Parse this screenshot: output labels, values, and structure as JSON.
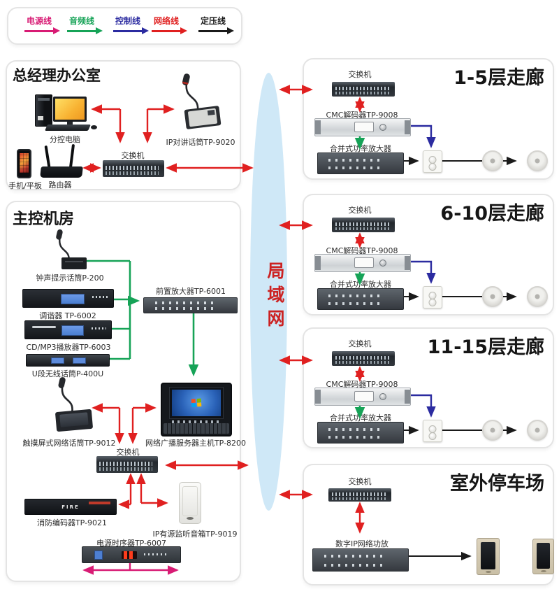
{
  "colors": {
    "power": "#d81b74",
    "audio": "#16a357",
    "control": "#2b2ba0",
    "network": "#e02020",
    "voltage": "#1a1a1a",
    "lan_bg": "#cfe8f7",
    "lan_text": "#cc2222"
  },
  "legend": {
    "items": [
      {
        "label": "电源线",
        "type": "power"
      },
      {
        "label": "音频线",
        "type": "audio"
      },
      {
        "label": "控制线",
        "type": "control"
      },
      {
        "label": "网络线",
        "type": "network"
      },
      {
        "label": "定压线",
        "type": "voltage"
      }
    ]
  },
  "lan": {
    "label": "局域网"
  },
  "gm_office": {
    "title": "总经理办公室",
    "computer_label": "分控电脑",
    "intercom_mic_label": "IP对讲话筒TP-9020",
    "switch_label": "交换机",
    "phone_label": "手机/平板",
    "router_label": "路由器"
  },
  "control_room": {
    "title": "主控机房",
    "chime_mic_label": "钟声提示话筒P-200",
    "tuner_label": "调谐器 TP-6002",
    "cd_player_label": "CD/MP3播放器TP-6003",
    "wireless_mic_label": "U段无线话筒P-400U",
    "preamp_label": "前置放大器TP-6001",
    "touch_mic_label": "触摸屏式网络话筒TP-9012",
    "server_label": "网络广播服务器主机TP-8200",
    "switch_label": "交换机",
    "fire_encoder_label": "消防编码器TP-9021",
    "fire_panel_text": "FIRE",
    "monitor_speaker_label": "IP有源监听音箱TP-9019",
    "sequencer_label": "电源时序器TP-6007"
  },
  "zones": [
    {
      "title": "1-5层走廊",
      "switch_label": "交换机",
      "decoder_label": "CMC解码器TP-9008",
      "amp_label": "合并式功率放大器"
    },
    {
      "title": "6-10层走廊",
      "switch_label": "交换机",
      "decoder_label": "CMC解码器TP-9008",
      "amp_label": "合并式功率放大器"
    },
    {
      "title": "11-15层走廊",
      "switch_label": "交换机",
      "decoder_label": "CMC解码器TP-9008",
      "amp_label": "合并式功率放大器"
    }
  ],
  "parking": {
    "title": "室外停车场",
    "switch_label": "交换机",
    "amp_label": "数字IP网络功放"
  }
}
